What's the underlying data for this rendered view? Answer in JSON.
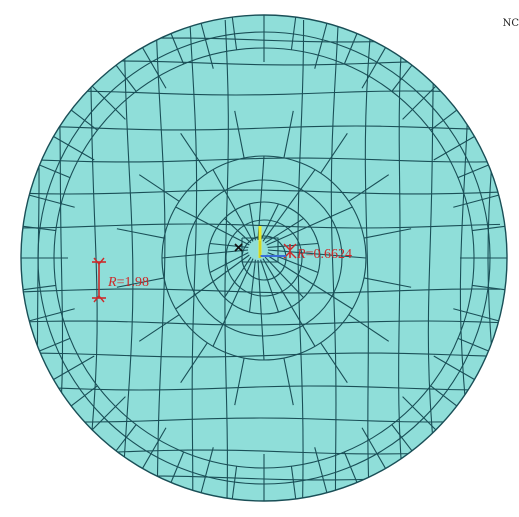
{
  "corner_label": "NC",
  "colors": {
    "mesh_fill": "#8fded9",
    "mesh_line": "#1a4f57",
    "dimension": "#cc2a2a",
    "axis_y": "#e8e82a",
    "axis_x": "#3b6fd6",
    "origin": "#111111"
  },
  "annotations": {
    "outer_radius": {
      "symbol": "R",
      "value": "=1.98"
    },
    "inner_radius": {
      "symbol": "R",
      "value": "=0.6624"
    }
  },
  "icons": {
    "origin": "origin-cross-icon",
    "axes": "axis-triad-icon"
  }
}
